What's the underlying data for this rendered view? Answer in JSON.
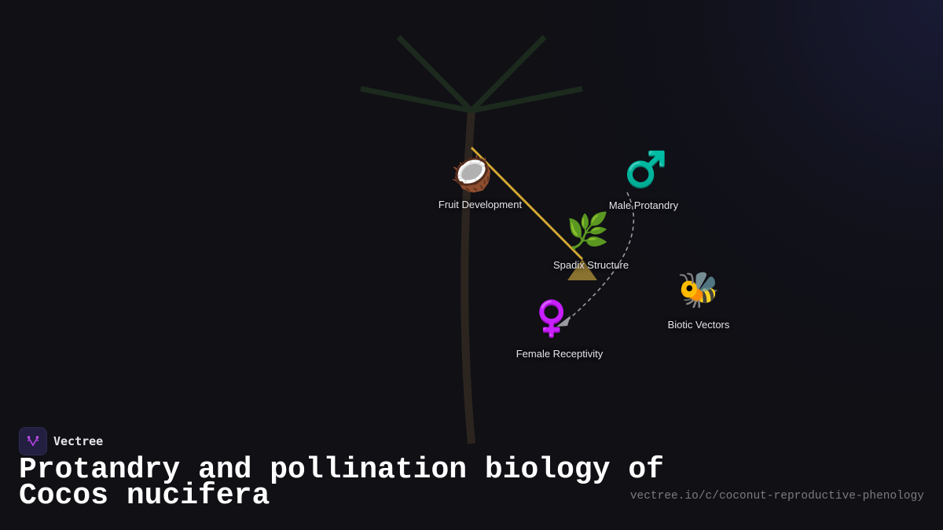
{
  "diagram": {
    "nodes": [
      {
        "id": "fruit",
        "icon": "🥥",
        "icon_name": "coconut-icon",
        "label": "Fruit Development"
      },
      {
        "id": "male",
        "icon": "♂️",
        "icon_name": "male-sign-icon",
        "label": "Male Protandry"
      },
      {
        "id": "spadix",
        "icon": "🌿",
        "icon_name": "herb-icon",
        "label": "Spadix Structure"
      },
      {
        "id": "vectors",
        "icon": "🐝",
        "icon_name": "bee-icon",
        "label": "Biotic Vectors"
      },
      {
        "id": "female",
        "icon": "♀️",
        "icon_name": "female-sign-icon",
        "label": "Female Receptivity"
      }
    ],
    "edges": [
      {
        "from": "fruit",
        "to": "spadix",
        "style": "solid",
        "color": "#d4a832"
      },
      {
        "from": "male",
        "to": "female",
        "style": "dashed-arrow",
        "color": "#9a9aa0"
      }
    ],
    "colors": {
      "background": "#101015",
      "trunk": "#2c251f",
      "fronds": "#1c2a1e",
      "spadix_triangle": "#8a7230",
      "edge_gold": "#d4a832"
    }
  },
  "brand": {
    "name": "Vectree"
  },
  "title": {
    "line1": "Protandry and pollination biology of",
    "line2": "Cocos nucifera"
  },
  "url": "vectree.io/c/coconut-reproductive-phenology"
}
